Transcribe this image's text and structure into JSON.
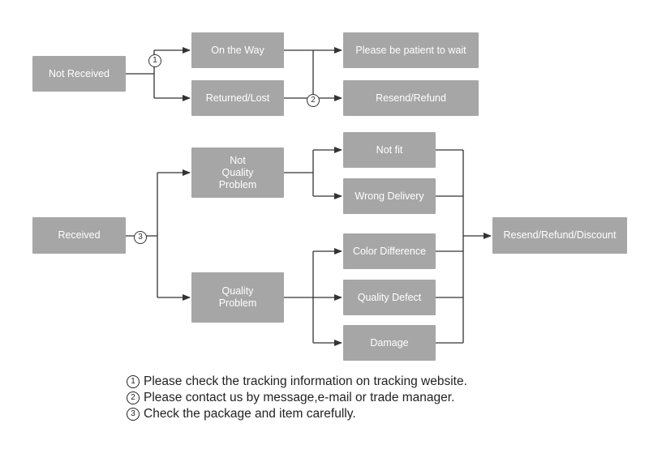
{
  "boxes": {
    "not_received": "Not Received",
    "on_the_way": "On the Way",
    "returned_lost": "Returned/Lost",
    "please_wait": "Please be patient to wait",
    "resend_refund": "Resend/Refund",
    "received": "Received",
    "not_quality_problem": "Not\nQuality\nProblem",
    "quality_problem": "Quality\nProblem",
    "not_fit": "Not fit",
    "wrong_delivery": "Wrong Delivery",
    "color_difference": "Color Difference",
    "quality_defect": "Quality Defect",
    "damage": "Damage",
    "resend_refund_discount": "Resend/Refund/Discount"
  },
  "badges": {
    "one": "1",
    "two": "2",
    "three": "3"
  },
  "notes": [
    {
      "num": "1",
      "text": "Please check the tracking information on tracking website."
    },
    {
      "num": "2",
      "text": "Please contact us by message,e-mail or trade manager."
    },
    {
      "num": "3",
      "text": "Check the package and item carefully."
    }
  ],
  "colors": {
    "box_fill": "#a6a6a6",
    "box_text": "#ffffff",
    "line": "#333333"
  }
}
